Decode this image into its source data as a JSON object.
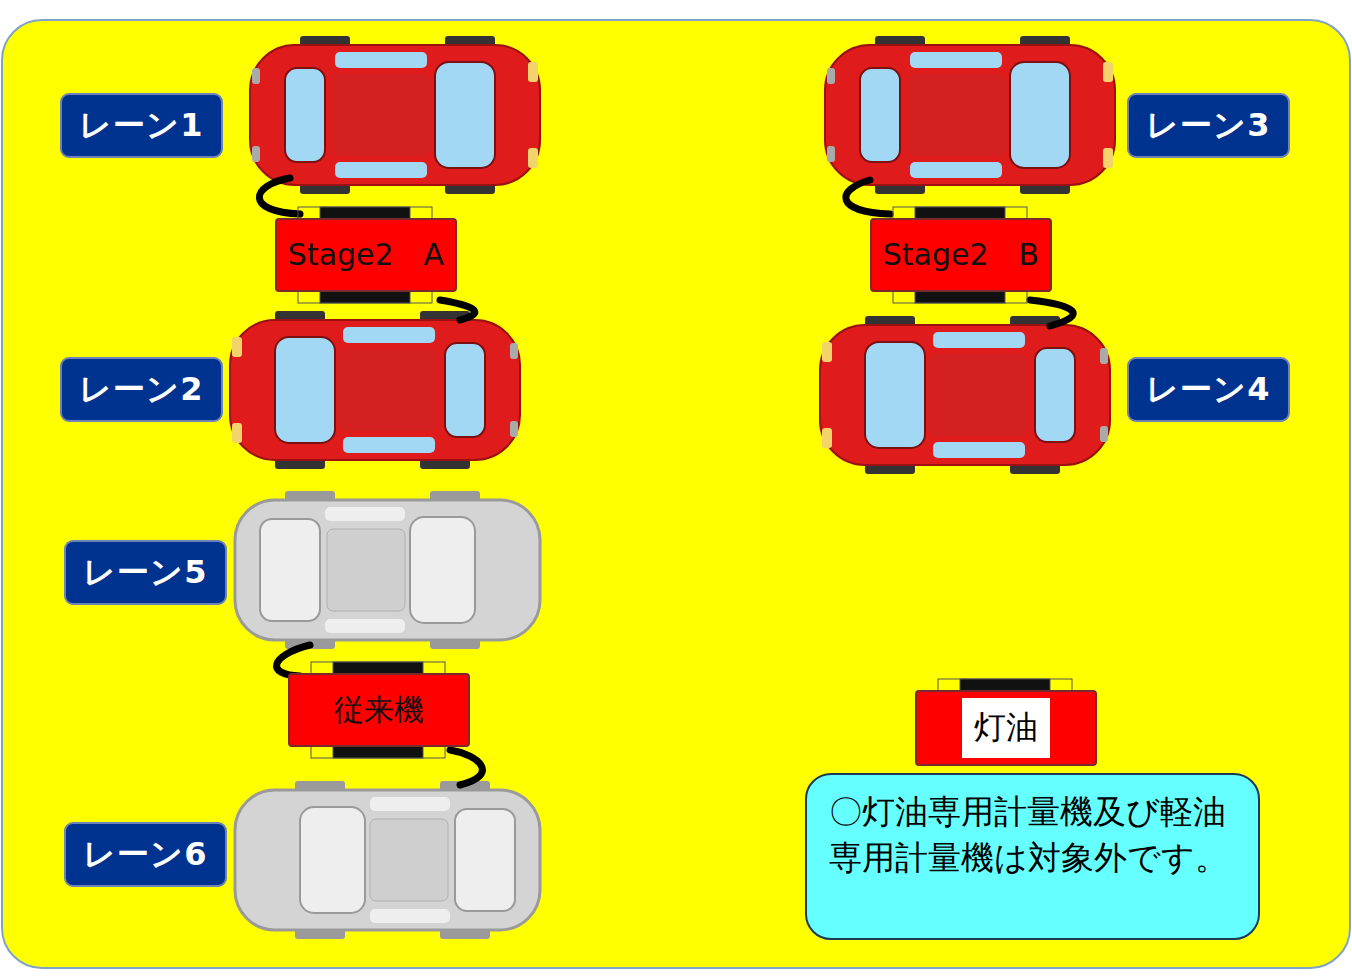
{
  "diagram": {
    "nodes": [
      {
        "text": [
          "レーン1"
        ]
      },
      {
        "text": [
          "レーン3"
        ]
      },
      {
        "text": [
          "Stage2　A"
        ]
      },
      {
        "text": [
          "Stage2　B"
        ]
      },
      {
        "text": [
          "レーン2"
        ]
      },
      {
        "text": [
          "レーン4"
        ]
      },
      {
        "text": [
          "レーン5"
        ]
      },
      {
        "text": [
          "従来機"
        ]
      },
      {
        "text": [
          "レーン6"
        ]
      },
      {
        "text": [
          "灯油"
        ]
      },
      {
        "text": [
          "〇灯油専用計量機及び軽油専用計量機は対象外です。"
        ]
      }
    ]
  }
}
